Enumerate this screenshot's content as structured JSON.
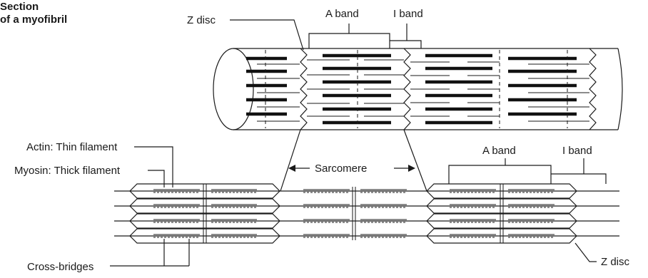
{
  "title": {
    "line1": "Section",
    "line2": "of a myofibril"
  },
  "top": {
    "z_disc_label": "Z disc",
    "a_band_label": "A band",
    "i_band_label": "I band"
  },
  "bottom": {
    "actin_label": "Actin: Thin filament",
    "myosin_label": "Myosin: Thick filament",
    "sarcomere_label": "Sarcomere",
    "a_band_label": "A band",
    "i_band_label": "I band",
    "cross_bridges_label": "Cross-bridges",
    "z_disc_label": "Z disc"
  }
}
